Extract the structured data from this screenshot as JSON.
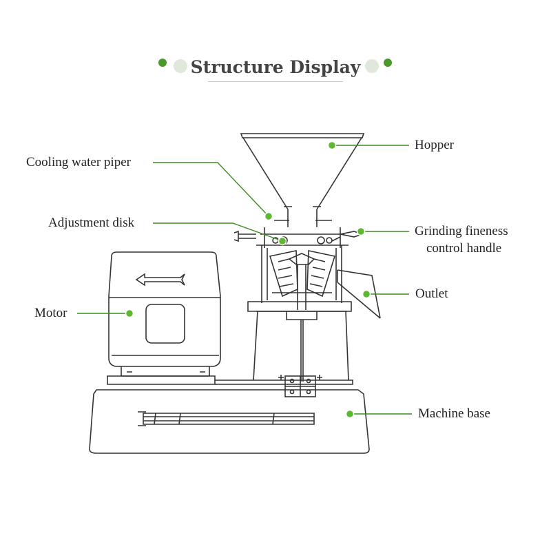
{
  "title": "Structure Display",
  "colors": {
    "accent": "#5fb832",
    "leader": "#3c8c22",
    "line": "#333333",
    "title": "#444444"
  },
  "labels": {
    "hopper": "Hopper",
    "cooling_water_piper": "Cooling water piper",
    "adjustment_disk": "Adjustment disk",
    "grinding_fineness_line1": "Grinding fineness",
    "grinding_fineness_line2": "control handle",
    "outlet": "Outlet",
    "motor": "Motor",
    "machine_base": "Machine base"
  }
}
